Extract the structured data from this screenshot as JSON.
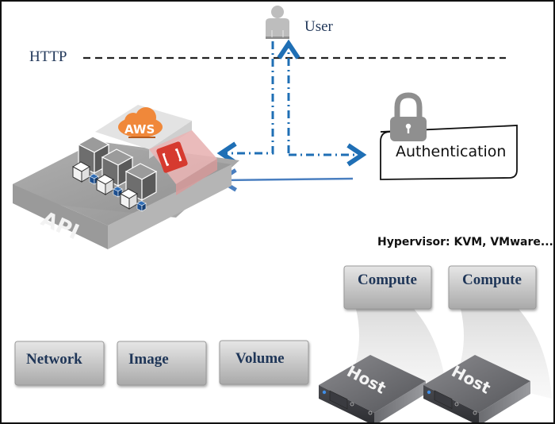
{
  "labels": {
    "http": "HTTP",
    "user": "User",
    "authentication": "Authentication",
    "aws": "AWS",
    "api": "API",
    "hypervisor": "Hypervisor: KVM, VMware..."
  },
  "services": [
    {
      "label": "Network"
    },
    {
      "label": "Image"
    },
    {
      "label": "Volume"
    }
  ],
  "compute_nodes": [
    {
      "label": "Compute",
      "host_label": "Host"
    },
    {
      "label": "Compute",
      "host_label": "Host"
    }
  ],
  "colors": {
    "flow_arrow": "#1f6fb5",
    "solid_arrow": "#4a7fc0",
    "aws_orange": "#f0883a",
    "red_module": "#d63a2f",
    "text_navy": "#23395b"
  }
}
